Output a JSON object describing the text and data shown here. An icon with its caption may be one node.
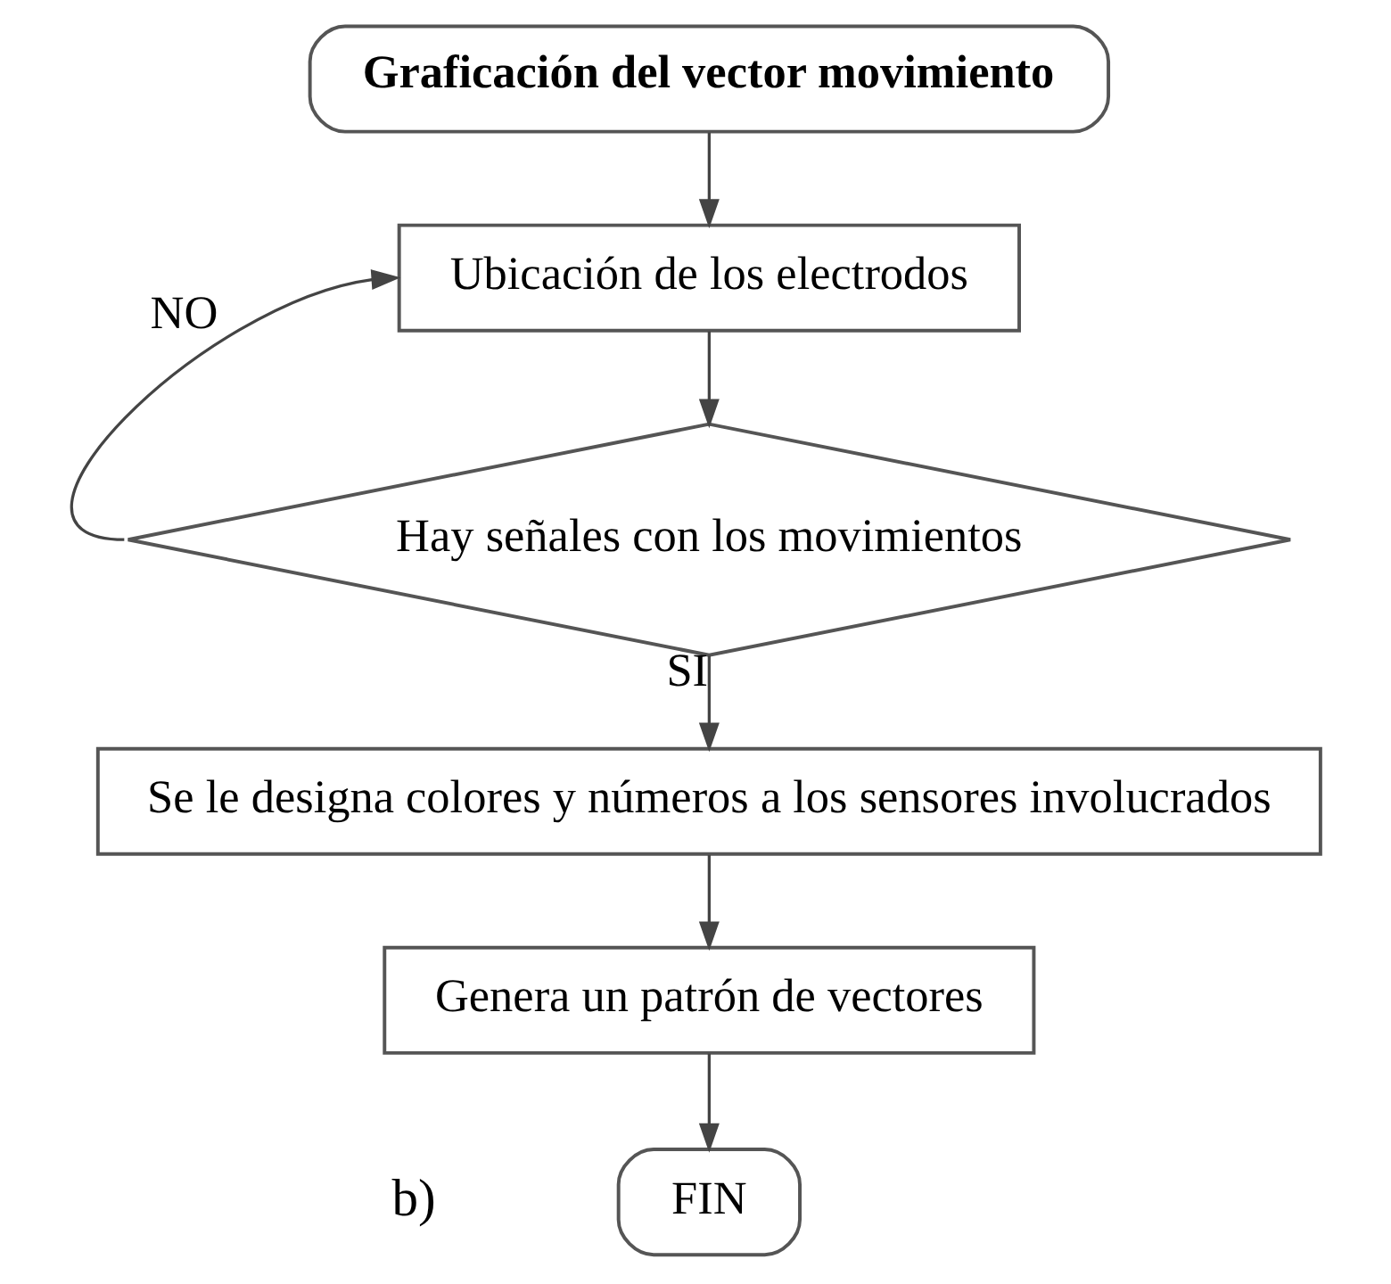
{
  "diagram": {
    "nodes": [
      {
        "text": [
          "Graficación del vector movimiento"
        ]
      },
      {
        "text": [
          "Ubicación de los electrodos"
        ]
      },
      {
        "text": [
          "Hay señales con los movimientos"
        ]
      },
      {
        "text": [
          "Se le designa colores y números a los sensores involucrados"
        ]
      },
      {
        "text": [
          "Genera un patrón de vectores"
        ]
      },
      {
        "text": [
          "FIN"
        ]
      }
    ],
    "edges": [
      {
        "from": 0,
        "to": 1,
        "arrow": "to"
      },
      {
        "from": 1,
        "to": 2,
        "arrow": "to"
      },
      {
        "from": 2,
        "to": 1,
        "arrow": "to",
        "label": "NO"
      },
      {
        "from": 2,
        "to": 3,
        "arrow": "to",
        "label": "SI"
      },
      {
        "from": 3,
        "to": 4,
        "arrow": "to"
      },
      {
        "from": 4,
        "to": 5,
        "arrow": "to"
      }
    ],
    "labels": [
      "b)"
    ]
  }
}
